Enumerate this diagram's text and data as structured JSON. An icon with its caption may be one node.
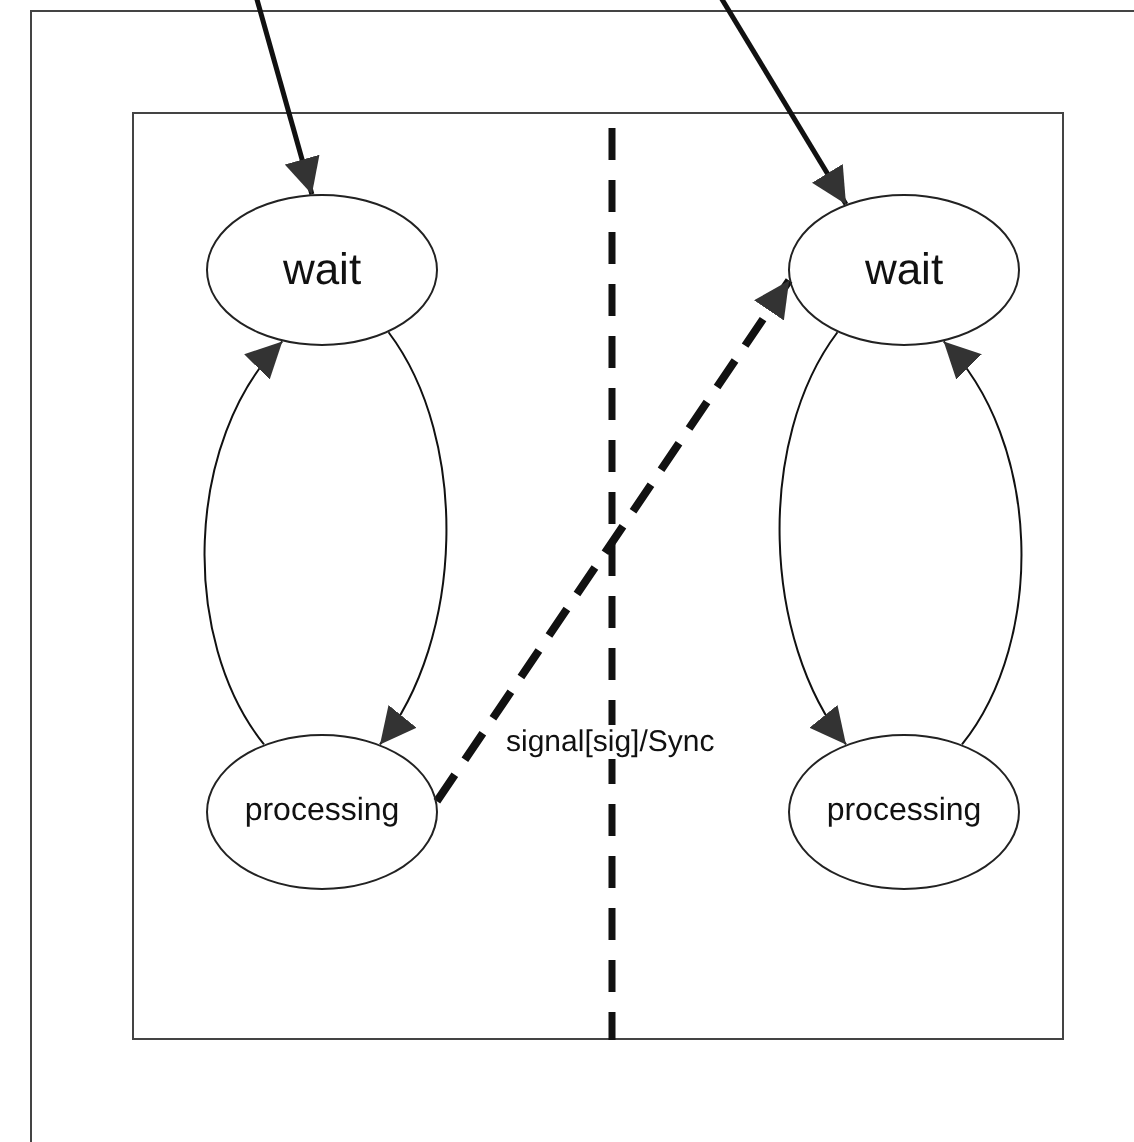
{
  "diagram": {
    "nodes": [
      {
        "text": [],
        "shape": "box"
      },
      {
        "text": [],
        "shape": "box",
        "in": 0
      },
      {
        "text": [
          "wait"
        ],
        "in": 1
      },
      {
        "text": [
          "processing"
        ],
        "in": 1
      },
      {
        "text": [
          "wait"
        ],
        "in": 1
      },
      {
        "text": [
          "processing"
        ],
        "in": 1
      }
    ],
    "edges": [
      {
        "from": null,
        "to": 2,
        "arrow": "to",
        "style": "thick"
      },
      {
        "from": null,
        "to": 4,
        "arrow": "to",
        "style": "thick"
      },
      {
        "from": 2,
        "to": 3,
        "arrow": "to"
      },
      {
        "from": 3,
        "to": 2,
        "arrow": "to"
      },
      {
        "from": 4,
        "to": 5,
        "arrow": "to"
      },
      {
        "from": 5,
        "to": 4,
        "arrow": "to"
      },
      {
        "from": 3,
        "to": 4,
        "arrow": "to",
        "style": "dashed",
        "label": "signal[sig]/Sync"
      }
    ]
  }
}
